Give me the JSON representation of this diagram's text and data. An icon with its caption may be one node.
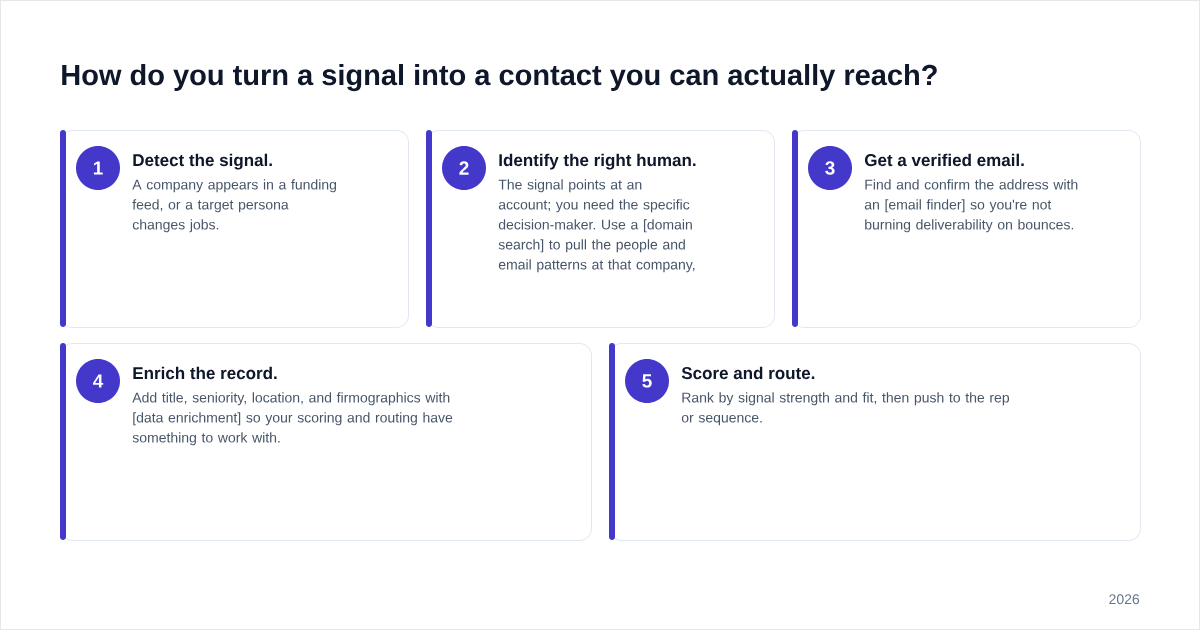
{
  "diagram": {
    "title": "How do you turn a signal into a contact you can actually reach?",
    "nodes": [
      {
        "text": [
          "Detect the signal.",
          "A company appears in a funding feed, or a target persona changes jobs."
        ]
      },
      {
        "text": [
          "1"
        ],
        "in": 0
      },
      {
        "text": [
          "Identify the right human.",
          "The signal points at an account; you need the specific decision-maker. Use a [domain search] to pull the people and email patterns at that company,"
        ]
      },
      {
        "text": [
          "2"
        ],
        "in": 2
      },
      {
        "text": [
          "Get a verified email.",
          "Find and confirm the address with an [email finder] so you're not burning deliverability on bounces."
        ]
      },
      {
        "text": [
          "3"
        ],
        "in": 4
      },
      {
        "text": [
          "Enrich the record.",
          "Add title, seniority, location, and firmographics with [data enrichment] so your scoring and routing have something to work with."
        ]
      },
      {
        "text": [
          "4"
        ],
        "in": 6
      },
      {
        "text": [
          "Score and route.",
          "Rank by signal strength and fit, then push to the rep or sequence."
        ]
      },
      {
        "text": [
          "5"
        ],
        "in": 8
      }
    ],
    "labels": [
      "2026"
    ]
  }
}
